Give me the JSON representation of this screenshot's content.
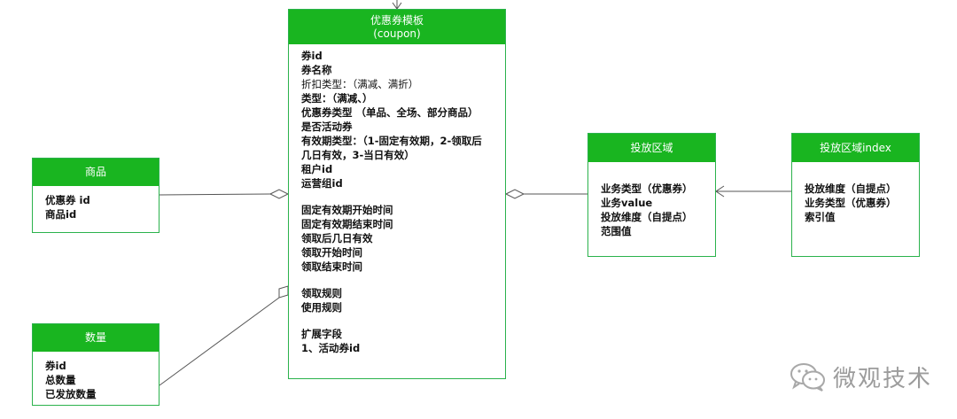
{
  "colors": {
    "header": "#19b520",
    "border": "#2bb24c",
    "line": "#555555"
  },
  "entities": {
    "coupon": {
      "title": "优惠券模板",
      "subtitle": "(coupon)",
      "attributes": [
        "券id",
        "券名称",
        "折扣类型：（满减、满折）",
        "类型：（满减、）",
        "优惠券类型 （单品、全场、部分商品）",
        "是否活动券",
        "有效期类型：（1-固定有效期，2-领取后",
        "几日有效，3-当日有效）",
        "租户id",
        "运营组id",
        "固定有效期开始时间",
        "固定有效期结束时间",
        "领取后几日有效",
        "领取开始时间",
        "领取结束时间",
        "领取规则",
        "使用规则",
        "扩展字段",
        "1、活动券id"
      ]
    },
    "product": {
      "title": "商品",
      "attributes": [
        "优惠券 id",
        "商品id"
      ]
    },
    "quantity": {
      "title": "数量",
      "attributes": [
        "券id",
        "总数量",
        "已发放数量"
      ]
    },
    "zone": {
      "title": "投放区域",
      "attributes": [
        "业务类型（优惠券）",
        "业务value",
        "投放维度（自提点）",
        "范围值"
      ]
    },
    "zone_index": {
      "title": "投放区域index",
      "attributes": [
        "投放维度（自提点）",
        "业务类型（优惠券）",
        "索引值"
      ]
    }
  },
  "watermark": {
    "text": "微观技术",
    "icon": "wechat-icon"
  }
}
